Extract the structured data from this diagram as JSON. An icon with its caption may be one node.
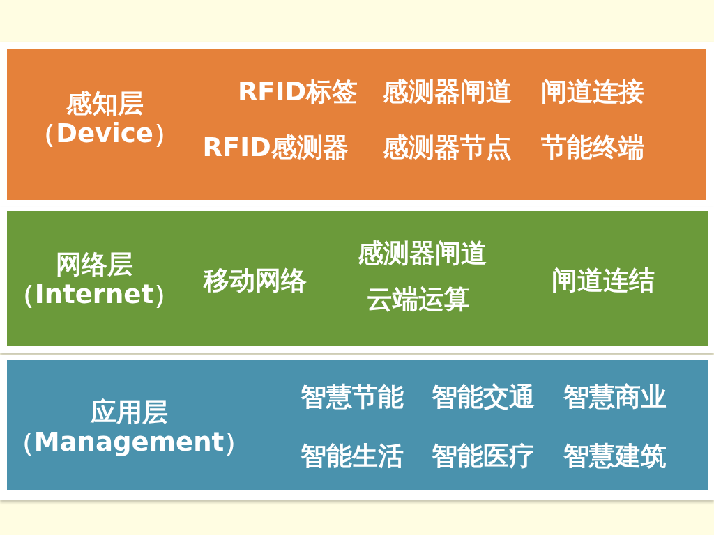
{
  "diagram": {
    "nodes": [
      {
        "text": [
          "感知层（Device）",
          "RFID标签",
          "感测器闸道",
          "闸道连接",
          "RFID感测器",
          "感测器节点",
          "节能终端"
        ]
      },
      {
        "text": [
          "网络层（Internet）",
          "移动网络",
          "感测器闸道",
          "云端运算",
          "闸道连结"
        ]
      },
      {
        "text": [
          "应用层（Management）",
          "智慧节能",
          "智能交通",
          "智慧商业",
          "智能生活",
          "智能医疗",
          "智慧建筑"
        ]
      }
    ]
  }
}
